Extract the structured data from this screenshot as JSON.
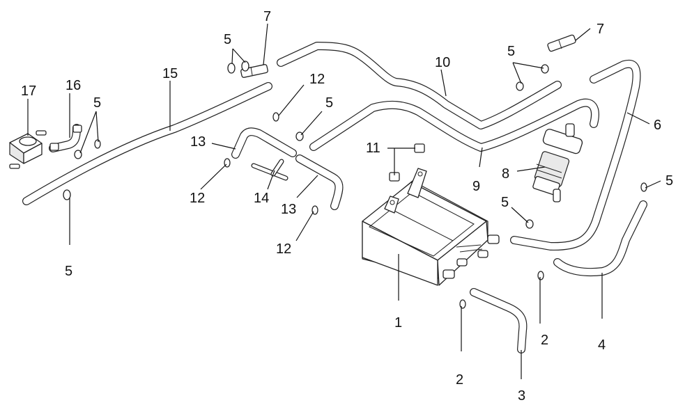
{
  "callouts": {
    "c1": "1",
    "c2a": "2",
    "c2b": "2",
    "c3": "3",
    "c4": "4",
    "c5a": "5",
    "c5b": "5",
    "c5c": "5",
    "c5d": "5",
    "c5e": "5",
    "c5f": "5",
    "c5g": "5",
    "c6": "6",
    "c7a": "7",
    "c7b": "7",
    "c8": "8",
    "c9": "9",
    "c10": "10",
    "c11": "11",
    "c12a": "12",
    "c12b": "12",
    "c12c": "12",
    "c13a": "13",
    "c13b": "13",
    "c14": "14",
    "c15": "15",
    "c16": "16",
    "c17": "17"
  }
}
